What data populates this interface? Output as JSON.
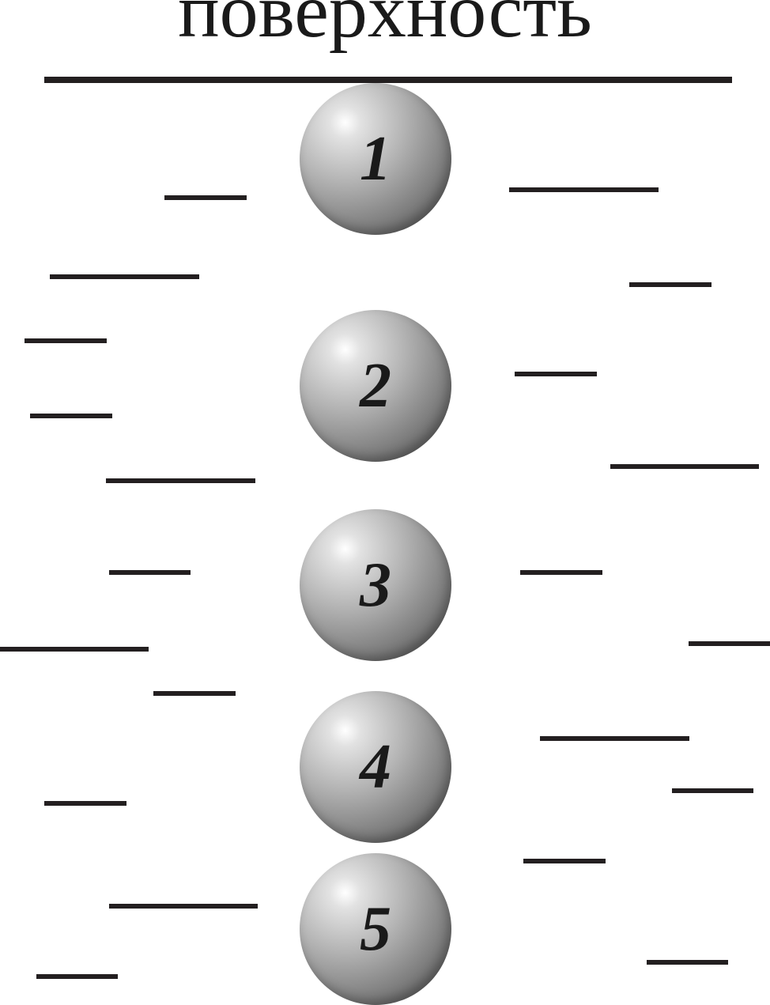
{
  "title": "поверхность",
  "balls": [
    {
      "label": "1"
    },
    {
      "label": "2"
    },
    {
      "label": "3"
    },
    {
      "label": "4"
    },
    {
      "label": "5"
    }
  ],
  "colors": {
    "ink": "#231f20",
    "ball_highlight": "#ffffff",
    "ball_shadow": "#555555"
  }
}
